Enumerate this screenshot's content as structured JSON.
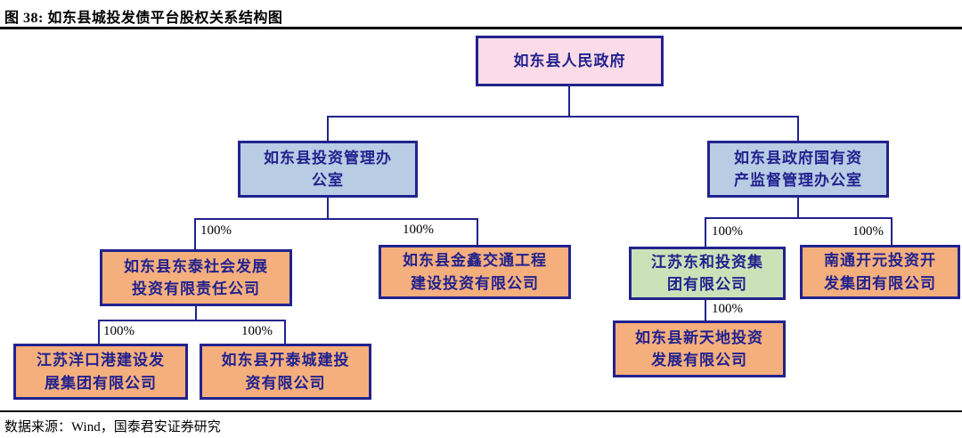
{
  "title": "图 38:  如东县城投发债平台股权关系结构图",
  "footer": {
    "source": "数据来源：Wind，国泰君安证券研究"
  },
  "colors": {
    "line_and_border": "#22228e",
    "node_text": "#22228e",
    "government_fill": "#fcdbe8",
    "office_fill": "#b8cce4",
    "company_fill": "#f5af7d",
    "highlight_company_fill": "#cbe2b8"
  },
  "org": {
    "nodes": [
      {
        "id": "gov",
        "label": "如东县人民政府",
        "fill": "#fcdbe8",
        "level": 1
      },
      {
        "id": "office",
        "label": "如东县投资管理办\n公室",
        "fill": "#b8cce4",
        "level": 2
      },
      {
        "id": "sasac",
        "label": "如东县政府国有资\n产监督管理办公室",
        "fill": "#b8cce4",
        "level": 2
      },
      {
        "id": "dongtai",
        "label": "如东县东泰社会发展\n投资有限责任公司",
        "fill": "#f5af7d",
        "level": 3
      },
      {
        "id": "jinxin",
        "label": "如东县金鑫交通工程\n建设投资有限公司",
        "fill": "#f5af7d",
        "level": 3
      },
      {
        "id": "donghe",
        "label": "江苏东和投资集\n团有限公司",
        "fill": "#cbe2b8",
        "level": 3
      },
      {
        "id": "kaiyuan",
        "label": "南通开元投资开\n发集团有限公司",
        "fill": "#f5af7d",
        "level": 3
      },
      {
        "id": "yangkou",
        "label": "江苏洋口港建设发\n展集团有限公司",
        "fill": "#f5af7d",
        "level": 4
      },
      {
        "id": "kaitai",
        "label": "如东县开泰城建投\n资有限公司",
        "fill": "#f5af7d",
        "level": 4
      },
      {
        "id": "xintiandi",
        "label": "如东县新天地投资\n发展有限公司",
        "fill": "#f5af7d",
        "level": 4
      }
    ],
    "edges": [
      {
        "from": "gov",
        "to": "office"
      },
      {
        "from": "gov",
        "to": "sasac"
      },
      {
        "from": "office",
        "to": "dongtai",
        "ownership": "100%"
      },
      {
        "from": "office",
        "to": "jinxin",
        "ownership": "100%"
      },
      {
        "from": "sasac",
        "to": "donghe",
        "ownership": "100%"
      },
      {
        "from": "sasac",
        "to": "kaiyuan",
        "ownership": "100%"
      },
      {
        "from": "dongtai",
        "to": "yangkou",
        "ownership": "100%"
      },
      {
        "from": "dongtai",
        "to": "kaitai",
        "ownership": "100%"
      },
      {
        "from": "donghe",
        "to": "xintiandi",
        "ownership": "100%"
      }
    ]
  }
}
